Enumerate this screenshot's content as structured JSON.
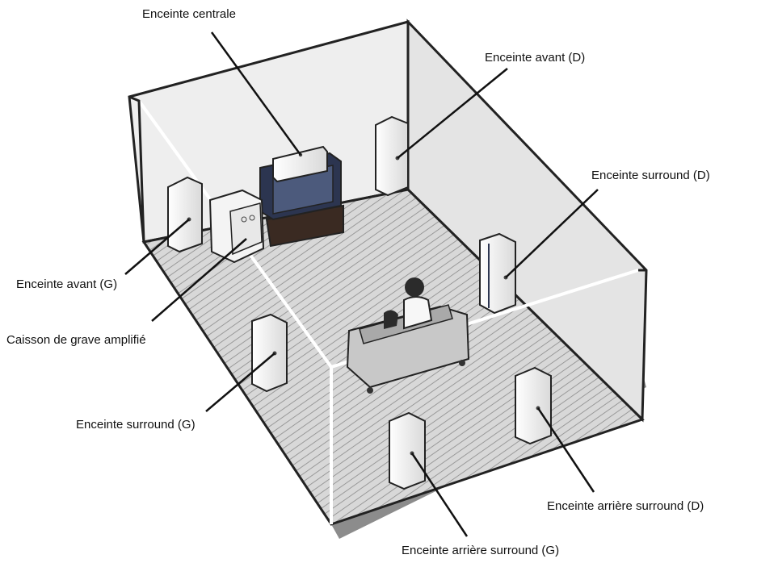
{
  "labels": {
    "center": "Enceinte centrale",
    "front_right": "Enceinte avant (D)",
    "surround_right": "Enceinte surround (D)",
    "front_left": "Enceinte avant (G)",
    "subwoofer": "Caisson de grave amplifié",
    "surround_left": "Enceinte surround  (G)",
    "rear_surround_right": "Enceinte arrière surround  (D)",
    "rear_surround_left": "Enceinte arrière surround  (G)"
  },
  "colors": {
    "wall": "#ececec",
    "floor": "#d4d4d4",
    "floor_lines": "#8a8a8a",
    "outline": "#222222",
    "speaker": "#f2f2f2",
    "tv_screen": "#3a4560",
    "tv_stand": "#3a2a22",
    "sofa": "#c8c8c8",
    "shadow": "#8c8c8c"
  }
}
